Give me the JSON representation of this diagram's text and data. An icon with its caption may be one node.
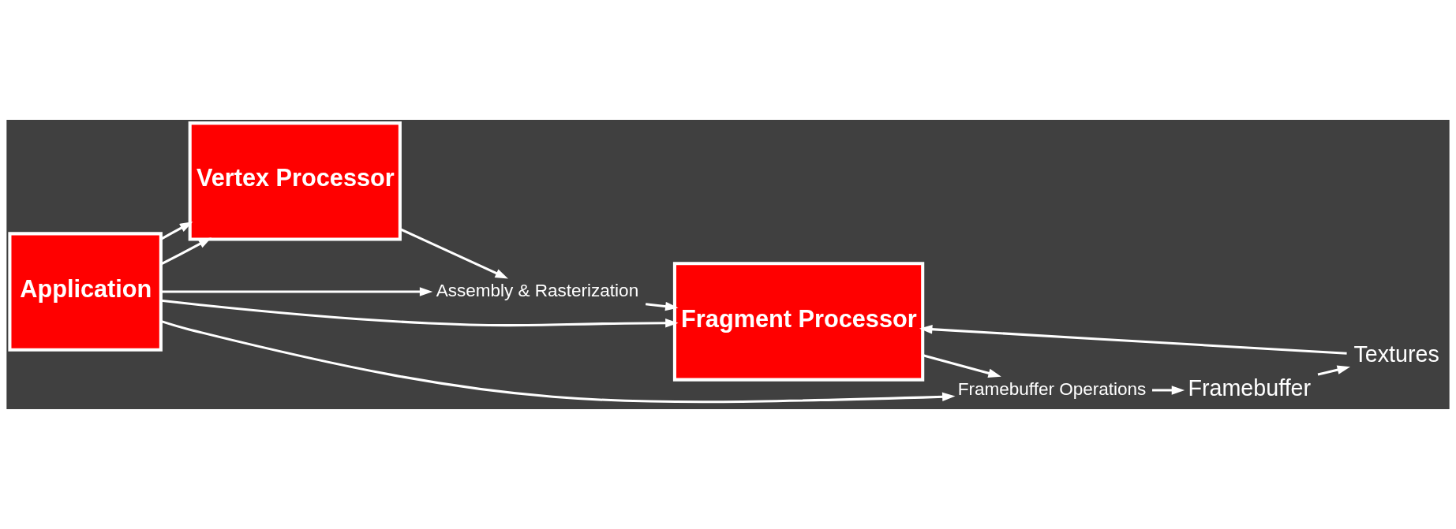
{
  "diagram": {
    "nodes": [
      {
        "text": [
          "Application"
        ]
      },
      {
        "text": [
          "Vertex Processor"
        ]
      },
      {
        "text": [
          "Assembly & Rasterization"
        ]
      },
      {
        "text": [
          "Fragment Processor"
        ]
      },
      {
        "text": [
          "Framebuffer Operations"
        ]
      },
      {
        "text": [
          "Framebuffer"
        ]
      },
      {
        "text": [
          "Textures"
        ]
      }
    ],
    "edges": [
      {
        "from": 0,
        "to": 1,
        "arrow": "to"
      },
      {
        "from": 1,
        "to": 2,
        "arrow": "to"
      },
      {
        "from": 2,
        "to": 3,
        "arrow": "to"
      },
      {
        "from": 3,
        "to": 4,
        "arrow": "to"
      },
      {
        "from": 4,
        "to": 5,
        "arrow": "to"
      },
      {
        "from": 5,
        "to": 6,
        "arrow": "to"
      },
      {
        "from": 6,
        "to": 3,
        "arrow": "to"
      },
      {
        "from": 0,
        "to": 1,
        "arrow": "to"
      },
      {
        "from": 0,
        "to": 2,
        "arrow": "to"
      },
      {
        "from": 0,
        "to": 3,
        "arrow": "to"
      },
      {
        "from": 0,
        "to": 4,
        "arrow": "to"
      }
    ]
  }
}
